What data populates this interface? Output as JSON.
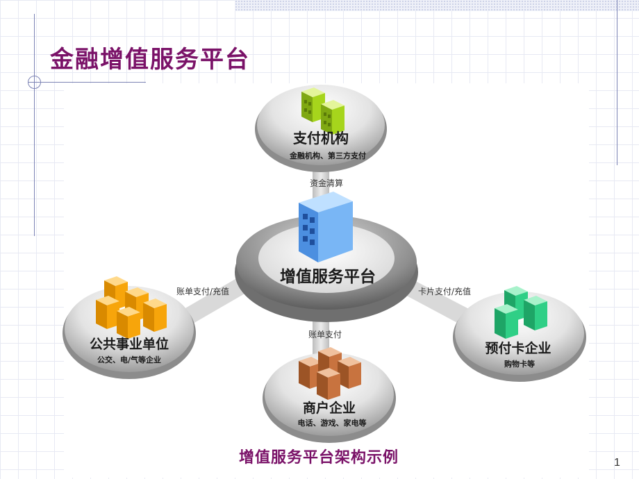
{
  "slide": {
    "title": "金融增值服务平台",
    "caption": "增值服务平台架构示例",
    "page_number": "1"
  },
  "hub": {
    "label": "增值服务平台",
    "icon": "office-building-icon",
    "color": "#6aa8f0"
  },
  "nodes": [
    {
      "id": "payment",
      "title": "支付机构",
      "subtitle": "金融机构、第三方支付",
      "icon": "buildings-icon",
      "color": "#a6d51c"
    },
    {
      "id": "public",
      "title": "公共事业单位",
      "subtitle": "公交、电/气等企业",
      "icon": "buildings-icon",
      "color": "#f7a50b"
    },
    {
      "id": "merchant",
      "title": "商户企业",
      "subtitle": "电话、游戏、家电等",
      "icon": "buildings-icon",
      "color": "#c8733f"
    },
    {
      "id": "prepaid",
      "title": "预付卡企业",
      "subtitle": "购物卡等",
      "icon": "buildings-icon",
      "color": "#2fcf86"
    }
  ],
  "connectors": [
    {
      "id": "payment",
      "label": "资金清算"
    },
    {
      "id": "public",
      "label": "账单支付/充值"
    },
    {
      "id": "merchant",
      "label": "账单支付"
    },
    {
      "id": "prepaid",
      "label": "卡片支付/充值"
    }
  ],
  "colors": {
    "title": "#7a1268",
    "text": "#1a1a1a"
  }
}
